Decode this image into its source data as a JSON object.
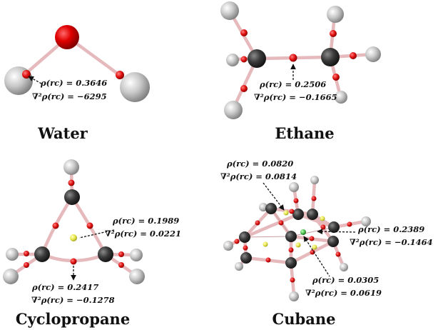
{
  "panels": [
    {
      "name": "water",
      "title": "Water",
      "rho": "ρ(rc) = 0.3646",
      "lap": "∇²ρ(rc) = −6295"
    },
    {
      "name": "ethane",
      "title": "Ethane",
      "rho": "ρ(rc) = 0.2506",
      "lap": "∇²ρ(rc) = −0.1665"
    },
    {
      "name": "cyclopropane",
      "title": "Cyclopropane",
      "annotations": [
        {
          "rho": "ρ(rc) = 0.1989",
          "lap": "∇²ρ(rc) = 0.0221"
        },
        {
          "rho": "ρ(rc) = 0.2417",
          "lap": "∇²ρ(rc) = −0.1278"
        }
      ]
    },
    {
      "name": "cubane",
      "title": "Cubane",
      "annotations": [
        {
          "rho": "ρ(rc) = 0.0820",
          "lap": "∇²ρ(rc) = 0.0814"
        },
        {
          "rho": "ρ(rc) = 0.2389",
          "lap": "∇²ρ(rc) = −0.1464"
        },
        {
          "rho": "ρ(rc) = 0.0305",
          "lap": "∇²ρ(rc) = 0.0619"
        }
      ]
    }
  ],
  "colors": {
    "oxygen": "#e00000",
    "carbon": "#3a3a3a",
    "hydrogen": "#c8c8c8",
    "bond_critical_point": "#e01010",
    "ring_critical_point": "#e8e84a",
    "cage_critical_point": "#4cc44c",
    "bond": "#e6b9bd"
  }
}
